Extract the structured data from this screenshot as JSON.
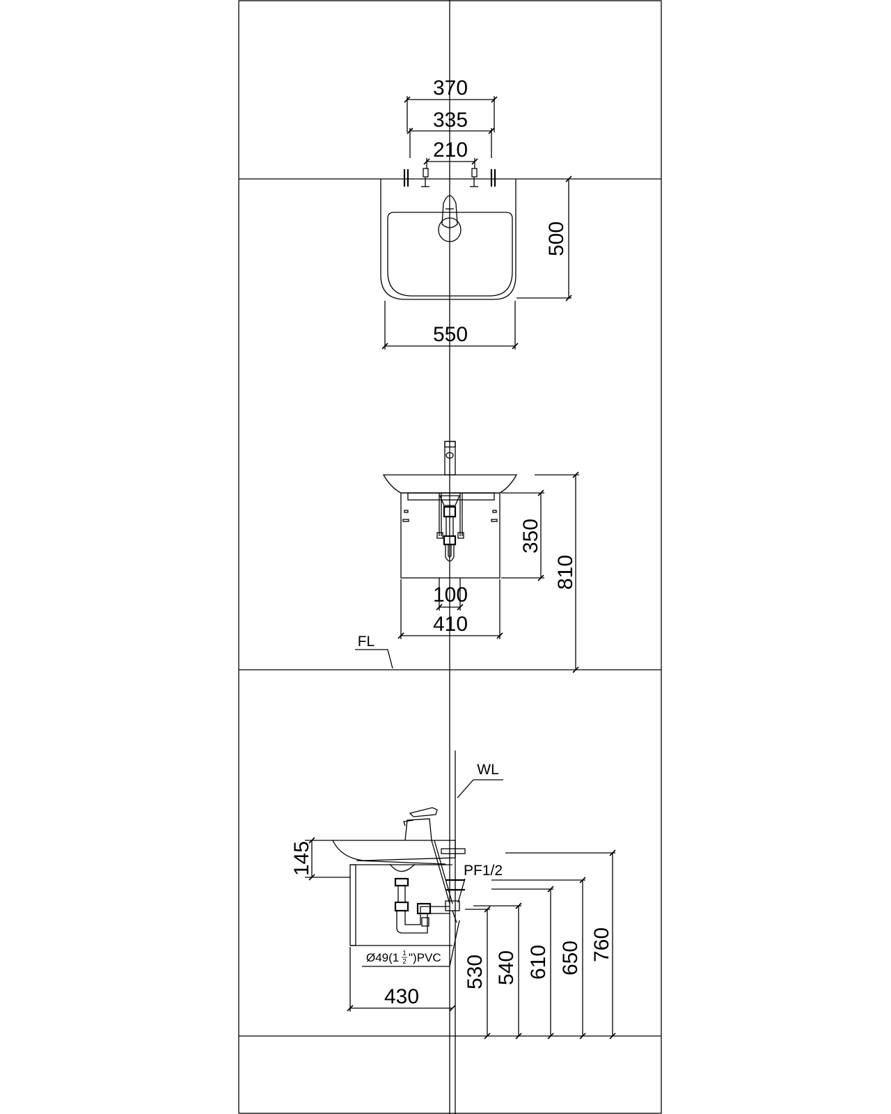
{
  "plan_view": {
    "dim_370": "370",
    "dim_335": "335",
    "dim_210": "210",
    "dim_500": "500",
    "dim_550": "550"
  },
  "front_view": {
    "dim_350": "350",
    "dim_810": "810",
    "dim_100": "100",
    "dim_410": "410",
    "floor_label": "FL"
  },
  "side_view": {
    "wall_label": "WL",
    "dim_145": "145",
    "pipe_thread_label": "PF1/2",
    "drain_label": {
      "prefix": "Ø49(1",
      "frac_num": "1",
      "frac_den": "2",
      "suffix": "\")PVC"
    },
    "dim_430": "430",
    "dim_530": "530",
    "dim_540": "540",
    "dim_610": "610",
    "dim_650": "650",
    "dim_760": "760"
  }
}
